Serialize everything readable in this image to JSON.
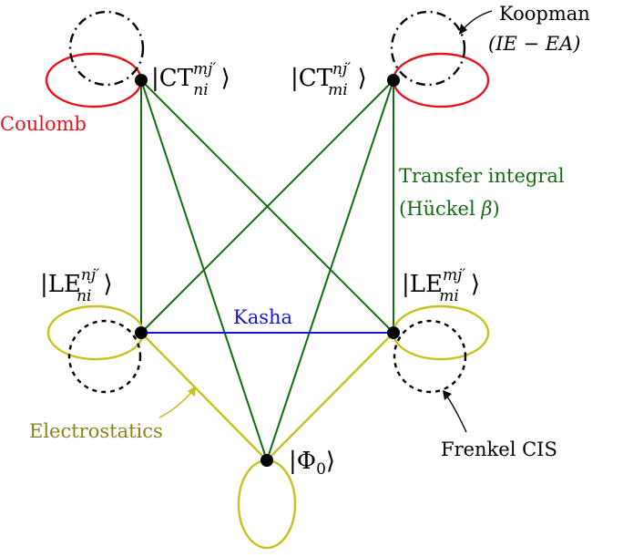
{
  "nodes": {
    "ct_ni": {
      "ket_open": "|",
      "ket_body": "CT",
      "sup": "mj′",
      "sub": "ni",
      "ket_close": "⟩"
    },
    "ct_mi": {
      "ket_open": "|",
      "ket_body": "CT",
      "sup": "nj′",
      "sub": "mi",
      "ket_close": "⟩"
    },
    "le_ni": {
      "ket_open": "|",
      "ket_body": "LE",
      "sup": "nj′",
      "sub": "ni",
      "ket_close": "⟩"
    },
    "le_mi": {
      "ket_open": "|",
      "ket_body": "LE",
      "sup": "mj′",
      "sub": "mi",
      "ket_close": "⟩"
    },
    "phi0": {
      "ket_open": "|",
      "ket_body": "Φ",
      "sub": "0",
      "ket_close": "⟩"
    }
  },
  "labels": {
    "coulomb": "Coulomb",
    "koopman_line1": "Koopman",
    "koopman_line2": "(IE − EA)",
    "transfer_line1": "Transfer integral",
    "transfer_line2_prefix": "(Hückel ",
    "transfer_line2_beta": "β",
    "transfer_line2_suffix": ")",
    "kasha": "Kasha",
    "electrostatics": "Electrostatics",
    "frenkel": "Frenkel CIS"
  },
  "colors": {
    "coulomb": "#e8141d",
    "transfer": "#126b12",
    "kasha": "#1414e0",
    "electrostatics": "#c8c21e",
    "electrostatics_text": "#8a8418",
    "black": "#000000"
  }
}
